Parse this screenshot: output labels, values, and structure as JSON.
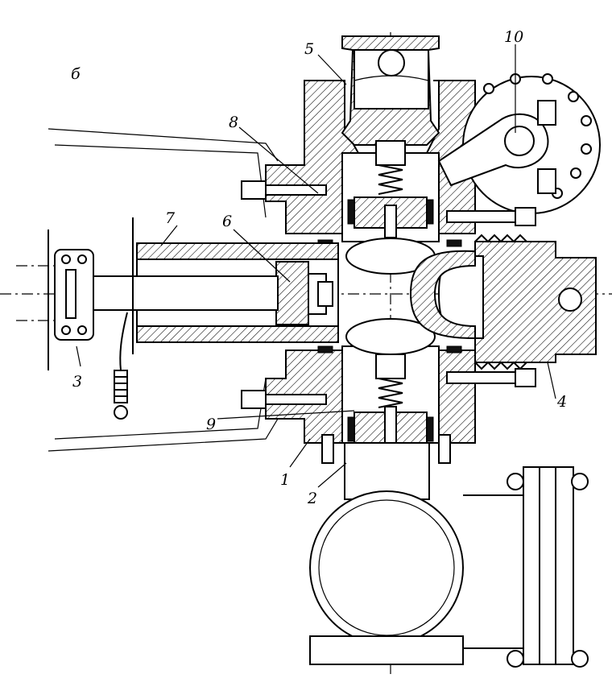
{
  "figure_letter": "б",
  "labels": {
    "l1": "1",
    "l2": "2",
    "l3": "3",
    "l4": "4",
    "l5": "5",
    "l6": "6",
    "l7": "7",
    "l8": "8",
    "l9": "9",
    "l10": "10"
  }
}
